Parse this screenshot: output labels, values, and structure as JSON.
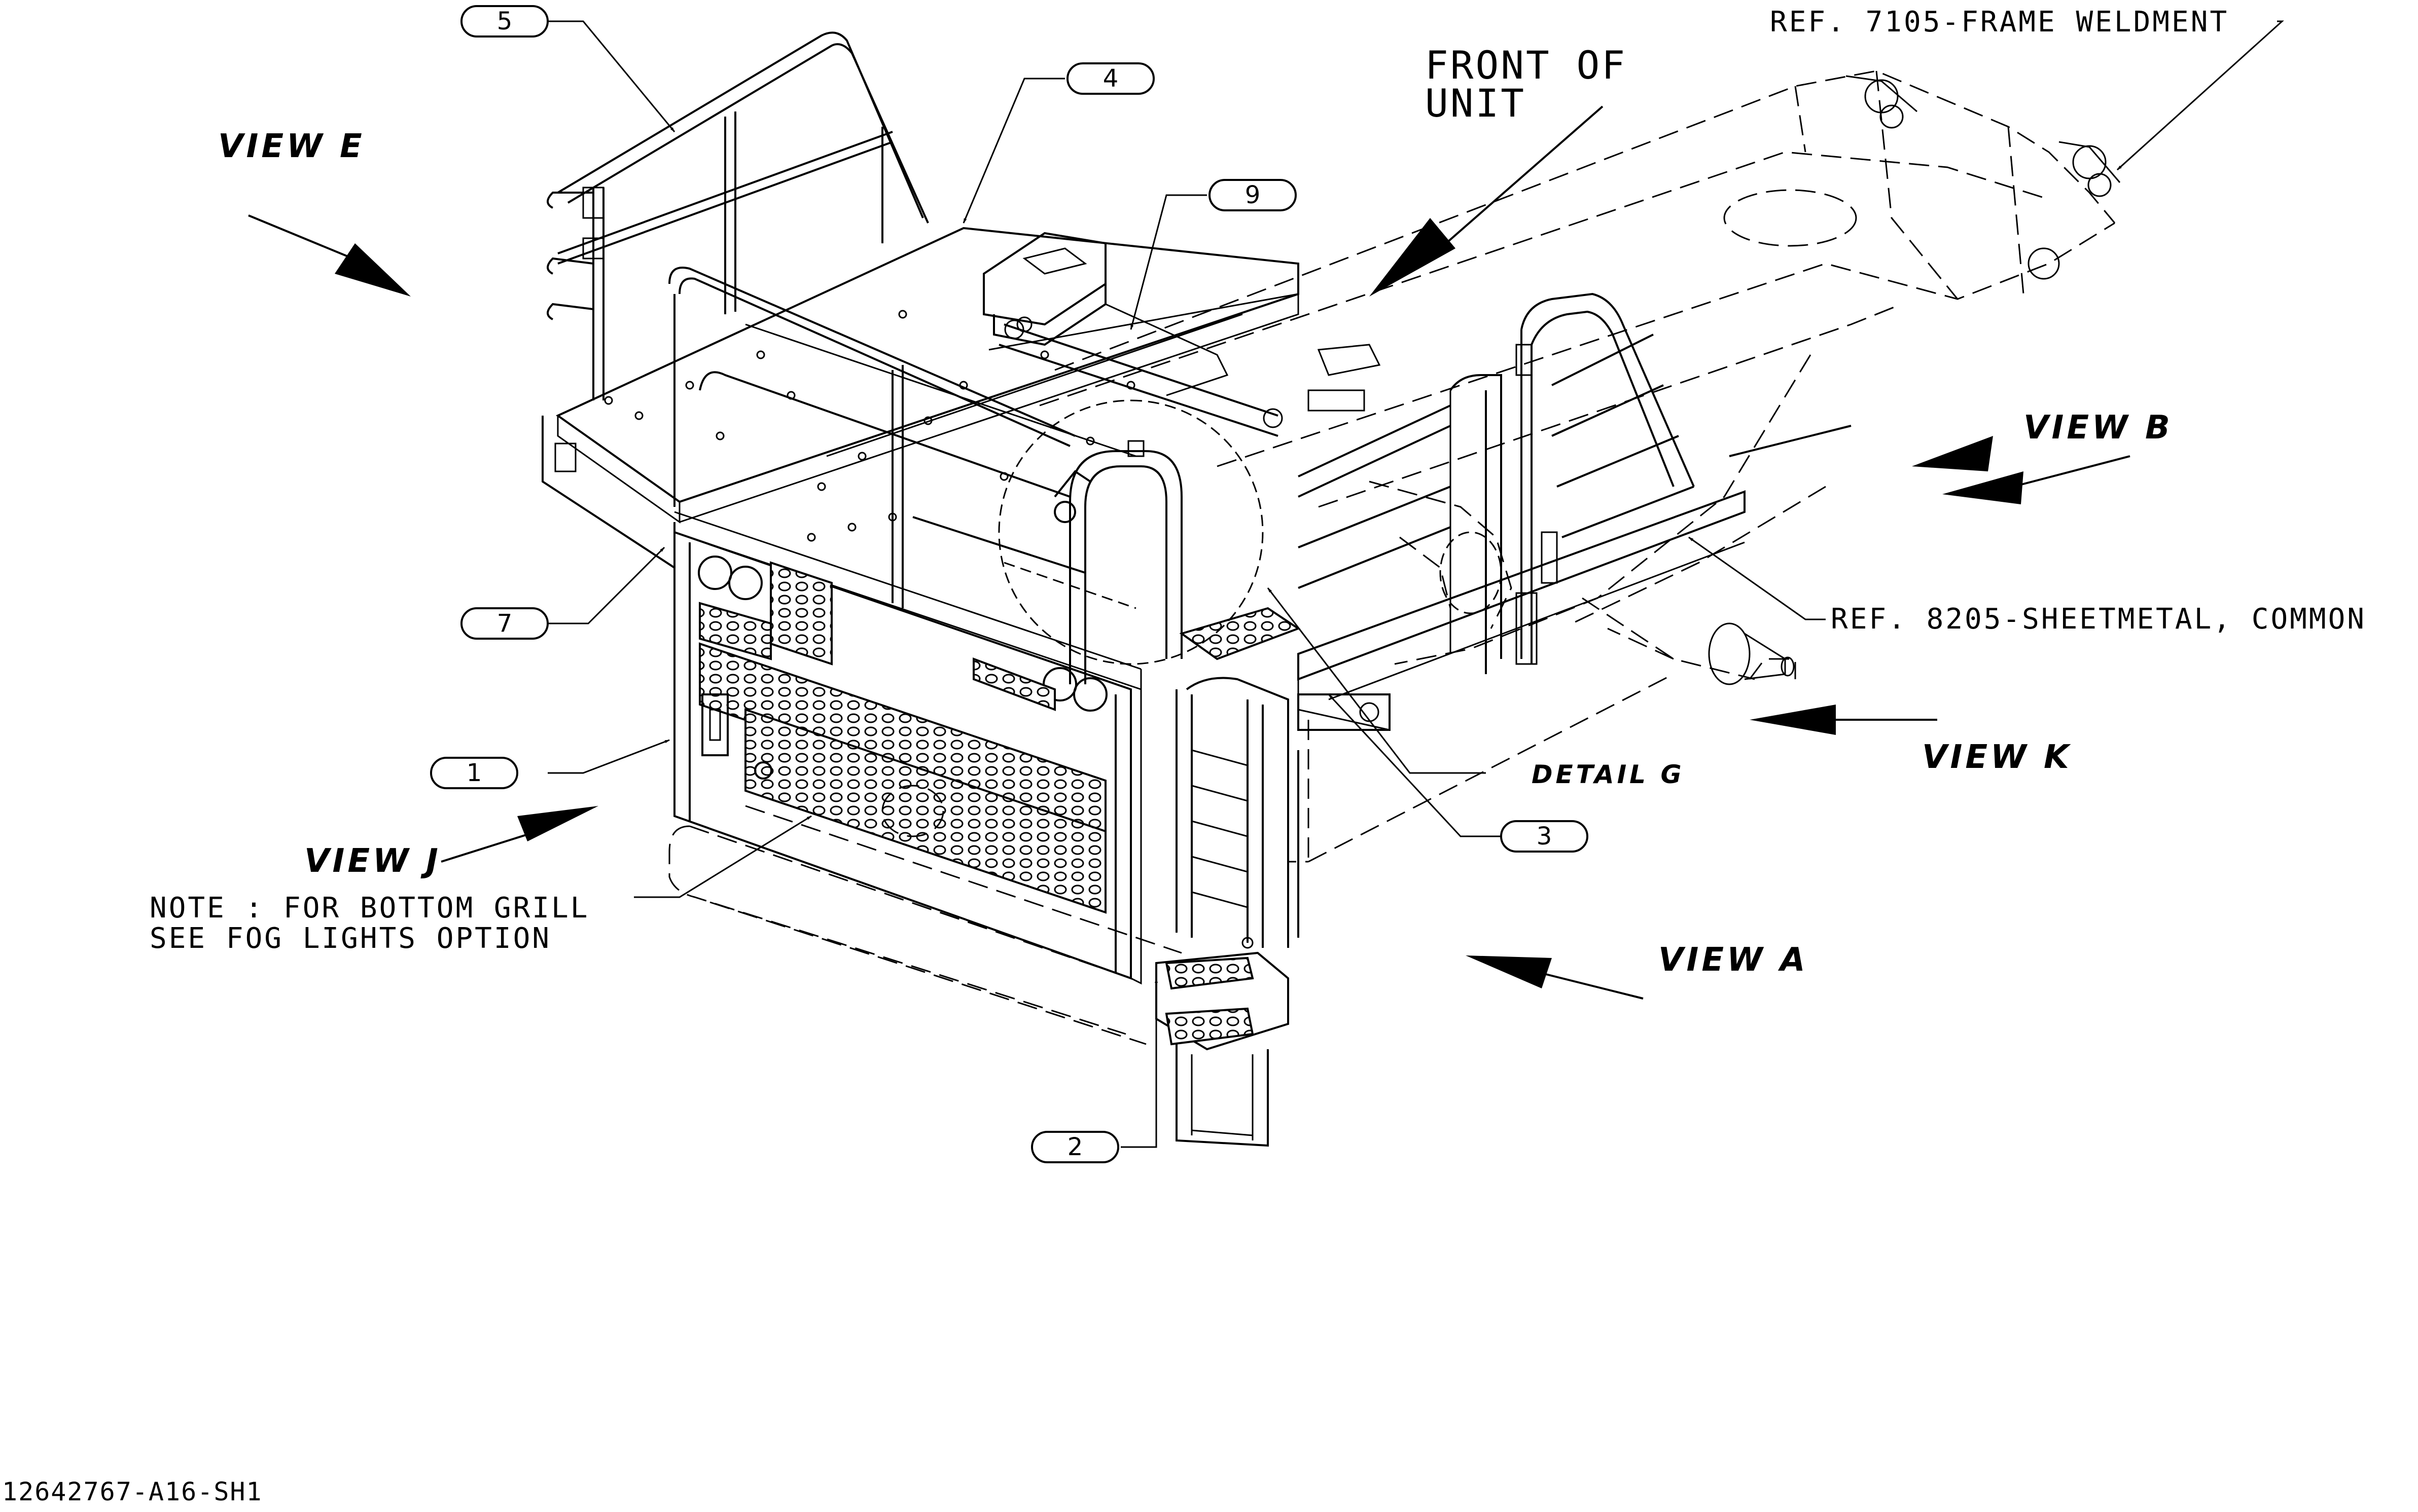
{
  "drawing": {
    "document_id": "12642767-A16-SH1",
    "front_label_line1": "FRONT OF",
    "front_label_line2": "UNIT",
    "note_line1": "NOTE : FOR BOTTOM GRILL",
    "note_line2": "SEE FOG LIGHTS OPTION",
    "ref_frame": "REF. 7105-FRAME WELDMENT",
    "ref_sheetmetal": "REF. 8205-SHEETMETAL, COMMON",
    "detail_label": "DETAIL G"
  },
  "views": {
    "e": "VIEW E",
    "b": "VIEW B",
    "j": "VIEW J",
    "k": "VIEW K",
    "a": "VIEW A"
  },
  "callouts": [
    "1",
    "2",
    "3",
    "4",
    "5",
    "7",
    "9"
  ],
  "colors": {
    "ink": "#000000",
    "paper": "#ffffff"
  }
}
